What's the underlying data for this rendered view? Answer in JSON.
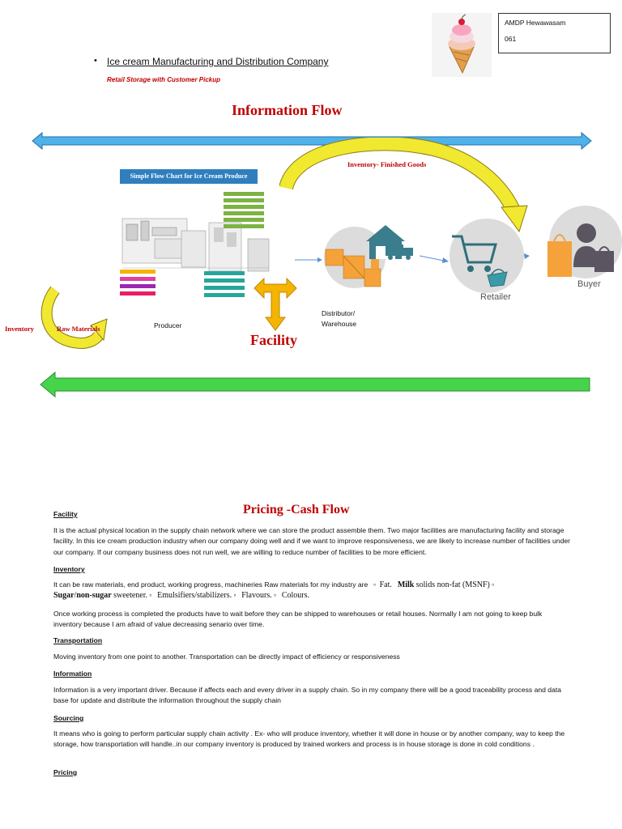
{
  "header": {
    "bullet": "•",
    "company_title": "Ice cream Manufacturing and Distribution Company",
    "subtitle": "Retail Storage with Customer Pickup",
    "author_name": "AMDP Hewawasam",
    "author_id": "061"
  },
  "diagram": {
    "info_flow_title": "Information Flow",
    "inventory_finished_goods": "Inventory- Finished Goods",
    "producer_chart_title": "Simple Flow Chart for Ice Cream Produce",
    "producer_label": "Producer",
    "distributor_label_line1": "Distributor/",
    "distributor_label_line2": "Warehouse",
    "retailer_label": "Retailer",
    "buyer_label": "Buyer",
    "facility_label": "Facility",
    "inventory_label": "Inventory",
    "raw_materials_label": "Raw Materials",
    "pricing_title": "Pricing -Cash Flow",
    "colors": {
      "info_arrow": "#4fb3ea",
      "cash_arrow": "#46d44a",
      "title_red": "#c00000",
      "yellow_arrow": "#f1e830",
      "orange_arrow": "#f5b400",
      "icon_orange": "#f5a23a",
      "icon_teal": "#3a7d8c",
      "circle_grey": "#dcdcdc"
    }
  },
  "body": {
    "facility_heading": "Facility",
    "facility_text": "It is the actual physical location in the supply chain network where we can store the product assemble them. Two major facilities are manufacturing facility and storage facility. In this ice cream production industry when our company doing well and if we want to improve responsiveness, we are likely to increase number of facilities under our company. If our company business does not run well, we are willing to reduce number of facilities to be more efficient.",
    "inventory_heading": "Inventory",
    "inventory_text_a": "It can be raw materials, end product, working progress, machineries Raw materials for my industry are",
    "inventory_fat": "Fat.",
    "inventory_milk": "Milk",
    "inventory_msnf": "solids non-fat (MSNF)",
    "inventory_sugar": "Sugar",
    "inventory_slash": "/",
    "inventory_nonsugar": "non-sugar",
    "inventory_sweetener": "sweetener.",
    "inventory_emulsifiers": "Emulsifiers/stabilizers.",
    "inventory_flavours": "Flavours.",
    "inventory_colours": "Colours.",
    "inventory_text_b": "Once working process is completed the products have to wait before they can be shipped to warehouses or retail houses. Normally I am not going to keep bulk inventory because I am afraid of value decreasing senario over time.",
    "transportation_heading": "Transportation",
    "transportation_text": "Moving inventory from one point to another. Transportation can be directly impact of efficiency or responsiveness",
    "information_heading": "Information",
    "information_text": "Information is a very important driver. Because if affects each and every driver in a supply chain. So in my company there will be a good traceability process and data base for update and distribute the information throughout the supply chain",
    "sourcing_heading": "Sourcing",
    "sourcing_text": "It means who is going to perform particular supply chain activity . Ex- who will produce inventory, whether it will done in house or by another company, way to keep the storage, how transportation will handle..in our company inventory is produced by trained workers and process is in house storage is done in cold conditions .",
    "pricing_heading": "Pricing"
  }
}
